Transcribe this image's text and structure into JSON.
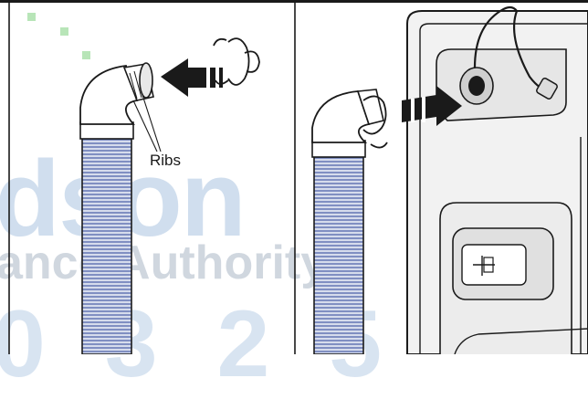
{
  "callouts": {
    "ribs_label": "Ribs"
  },
  "watermark": {
    "line1": "dson",
    "line2": "ance Authority",
    "line3": "0 3 2 5"
  },
  "colors": {
    "line": "#1a1a1a",
    "hose_fill": "#ffffff",
    "ribbing": "#4a5fa8",
    "panel_fill": "#f2f2f2",
    "watermark_blue": "#2f6fb5",
    "arrow": "#1a1a1a"
  },
  "icons": [
    "hose-clamp-icon",
    "direction-arrow-icon",
    "drain-outlet-icon",
    "detergent-drawer-icon"
  ]
}
